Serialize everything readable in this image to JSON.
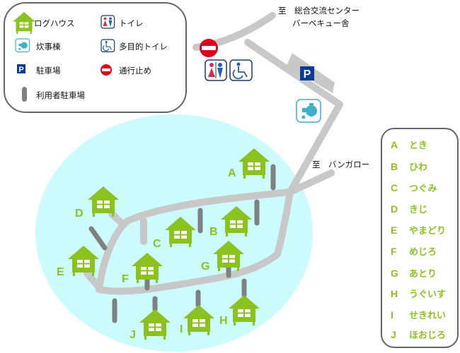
{
  "colors": {
    "cabin": "#8cc21e",
    "road": "#c8c8c8",
    "parking_bar": "#808080",
    "area": "#ccfbfd",
    "sign_red": "#e0001b",
    "parking_blue": "#0a3c96",
    "tap": "#3fb0c8"
  },
  "legend": {
    "items": [
      {
        "icon": "log-house-icon",
        "label": "ログハウス"
      },
      {
        "icon": "toilet-icon",
        "label": "トイレ"
      },
      {
        "icon": "water-tap-icon",
        "label": "炊事棟"
      },
      {
        "icon": "wheelchair-icon",
        "label": "多目的トイレ"
      },
      {
        "icon": "parking-icon",
        "label": "駐車場"
      },
      {
        "icon": "no-entry-icon",
        "label": "通行止め"
      },
      {
        "icon": "user-parking-bar-icon",
        "label": "利用者駐車場"
      }
    ]
  },
  "destinations": {
    "center_line1": "至　総合交流センター",
    "center_line2": "バーベキュー舎",
    "bungalow": "至　バンガロー"
  },
  "parking_sign": "P",
  "cabins": [
    {
      "id": "A",
      "name": "とき"
    },
    {
      "id": "B",
      "name": "ひわ"
    },
    {
      "id": "C",
      "name": "つぐみ"
    },
    {
      "id": "D",
      "name": "きじ"
    },
    {
      "id": "E",
      "name": "やまどり"
    },
    {
      "id": "F",
      "name": "めじろ"
    },
    {
      "id": "G",
      "name": "あとり"
    },
    {
      "id": "H",
      "name": "うぐいす"
    },
    {
      "id": "I",
      "name": "せきれい"
    },
    {
      "id": "J",
      "name": "ほおじろ"
    }
  ]
}
